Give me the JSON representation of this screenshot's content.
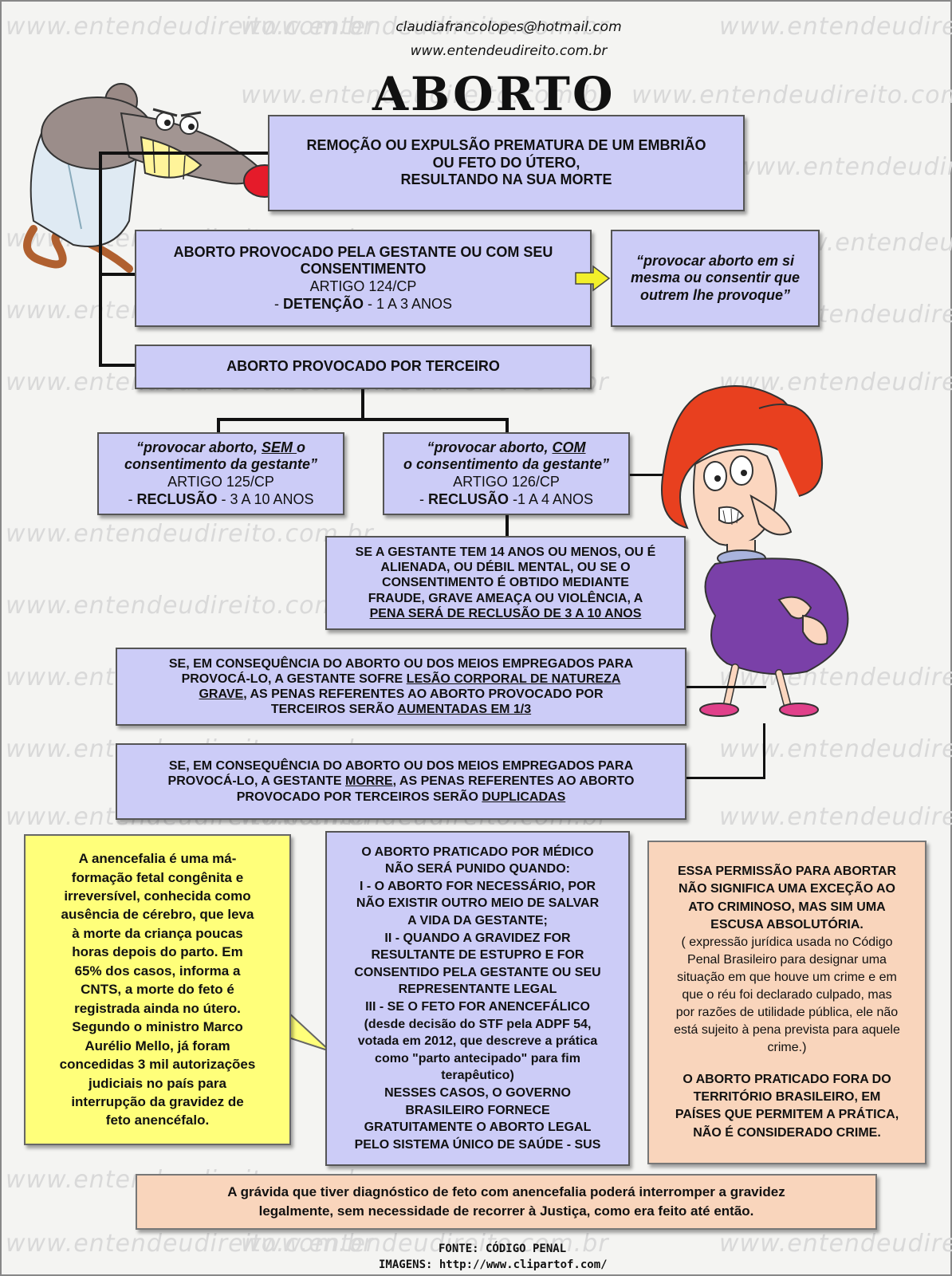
{
  "header": {
    "email": "claudiafrancolopes@hotmail.com",
    "site": "www.entendeudireito.com.br",
    "title": "ABORTO"
  },
  "watermark": "www.entendeudireito.com.br",
  "definition": {
    "line1": "REMOÇÃO OU EXPULSÃO PREMATURA DE UM EMBRIÃO",
    "line2": "OU FETO DO ÚTERO,",
    "line3": "RESULTANDO NA SUA MORTE"
  },
  "art124": {
    "title1": "ABORTO PROVOCADO PELA GESTANTE OU COM SEU",
    "title2": "CONSENTIMENTO",
    "article": "ARTIGO 124/CP",
    "penalty_prefix": "- ",
    "penalty_type": "DETENÇÃO",
    "penalty_term": " - 1 A 3 ANOS",
    "quote1": "“provocar aborto em si",
    "quote2": "mesma ou consentir que",
    "quote3": "outrem lhe provoque”"
  },
  "third_party": {
    "title": "ABORTO PROVOCADO POR TERCEIRO"
  },
  "art125": {
    "q1a": "“provocar aborto, ",
    "q1b": "SEM ",
    "q1c": "o",
    "q2": "consentimento da gestante”",
    "article": "ARTIGO 125/CP",
    "penalty_prefix": "- ",
    "penalty_type": "RECLUSÃO",
    "penalty_term": " - 3 A 10 ANOS"
  },
  "art126": {
    "q1a": "“provocar aborto, ",
    "q1b": "COM",
    "q2": "o consentimento da gestante”",
    "article": "ARTIGO 126/CP",
    "penalty_prefix": "- ",
    "penalty_type": "RECLUSÃO",
    "penalty_term": " -1 A 4 ANOS"
  },
  "minor": {
    "l1": "SE A GESTANTE TEM 14 ANOS OU MENOS, OU É",
    "l2": "ALIENADA, OU DÉBIL MENTAL, OU SE O",
    "l3": "CONSENTIMENTO É OBTIDO MEDIANTE",
    "l4": "FRAUDE, GRAVE AMEAÇA OU VIOLÊNCIA, A",
    "l5": "PENA SERÁ DE RECLUSÃO DE  3 A 10 ANOS"
  },
  "injury": {
    "l1": "SE, EM CONSEQUÊNCIA DO ABORTO OU DOS MEIOS EMPREGADOS PARA",
    "l2a": "PROVOCÁ-LO, A GESTANTE SOFRE ",
    "l2b": "LESÃO CORPORAL DE NATUREZA",
    "l3a": "GRAVE",
    "l3b": ", AS PENAS REFERENTES AO ABORTO PROVOCADO POR",
    "l4a": "TERCEIROS SERÃO ",
    "l4b": "AUMENTADAS EM 1/3"
  },
  "death": {
    "l1": "SE, EM CONSEQUÊNCIA DO ABORTO OU DOS MEIOS EMPREGADOS PARA",
    "l2a": "PROVOCÁ-LO, A GESTANTE ",
    "l2b": "MORRE",
    "l2c": ", AS PENAS REFERENTES AO ABORTO",
    "l3a": "PROVOCADO POR TERCEIROS SERÃO ",
    "l3b": "DUPLICADAS"
  },
  "anencephaly": {
    "lines": [
      "A anencefalia é uma má-",
      "formação fetal congênita e",
      "irreversível, conhecida como",
      "ausência de cérebro, que leva",
      "à morte da criança poucas",
      "horas depois do parto. Em",
      "65% dos casos, informa a",
      "CNTS, a morte do feto é",
      "registrada ainda no útero.",
      "Segundo o ministro Marco",
      "Aurélio Mello, já foram",
      "concedidas 3 mil autorizações",
      "judiciais no país para",
      "interrupção da gravidez de",
      "feto anencéfalo."
    ]
  },
  "exceptions": {
    "lines": [
      "O ABORTO PRATICADO POR MÉDICO",
      "NÃO SERÁ PUNIDO QUANDO:",
      "I - O ABORTO FOR NECESSÁRIO, POR",
      "NÃO EXISTIR OUTRO MEIO DE SALVAR",
      "A VIDA DA GESTANTE;",
      "II - QUANDO A GRAVIDEZ FOR",
      "RESULTANTE DE ESTUPRO E FOR",
      "CONSENTIDO PELA GESTANTE OU SEU",
      "REPRESENTANTE LEGAL",
      "III - SE O FETO FOR ANENCEFÁLICO",
      "(desde decisão do STF pela ADPF 54,",
      "votada em 2012, que descreve a prática",
      "como \"parto antecipado\" para fim",
      "terapêutico)",
      "NESSES CASOS, O GOVERNO",
      "BRASILEIRO FORNECE",
      "GRATUITAMENTE O ABORTO LEGAL",
      "PELO SISTEMA ÚNICO DE SAÚDE - SUS"
    ]
  },
  "excuse": {
    "bold_lines": [
      "ESSA PERMISSÃO PARA ABORTAR",
      "NÃO SIGNIFICA UMA EXCEÇÃO AO",
      "ATO CRIMINOSO, MAS SIM UMA",
      "ESCUSA ABSOLUTÓRIA."
    ],
    "normal_lines": [
      "( expressão jurídica usada no Código",
      "Penal Brasileiro para designar uma",
      "situação em que houve um crime e em",
      "que o réu foi declarado culpado, mas",
      "por razões de utilidade pública, ele não",
      "está sujeito à pena prevista para aquele",
      "crime.)"
    ],
    "foreign_lines": [
      "O ABORTO PRATICADO FORA DO",
      "TERRITÓRIO BRASILEIRO, EM",
      "PAÍSES QUE PERMITEM A PRÁTICA,",
      "NÃO É CONSIDERADO CRIME."
    ]
  },
  "bottom_note": {
    "l1": "A grávida que tiver diagnóstico de feto com anencefalia poderá interromper a gravidez",
    "l2": "legalmente, sem necessidade de recorrer à Justiça, como era feito até então."
  },
  "footer": {
    "source": "FONTE: CÓDIGO PENAL",
    "images": "IMAGENS: http://www.clipartof.com/"
  },
  "colors": {
    "lavender": "#ccccf7",
    "peach": "#f9d5bc",
    "yellow": "#ffff7a",
    "arrow": "#f2ef2a"
  },
  "icons": [
    "rat-scientist-cartoon",
    "pregnant-woman-cartoon",
    "yellow-arrow-icon"
  ]
}
